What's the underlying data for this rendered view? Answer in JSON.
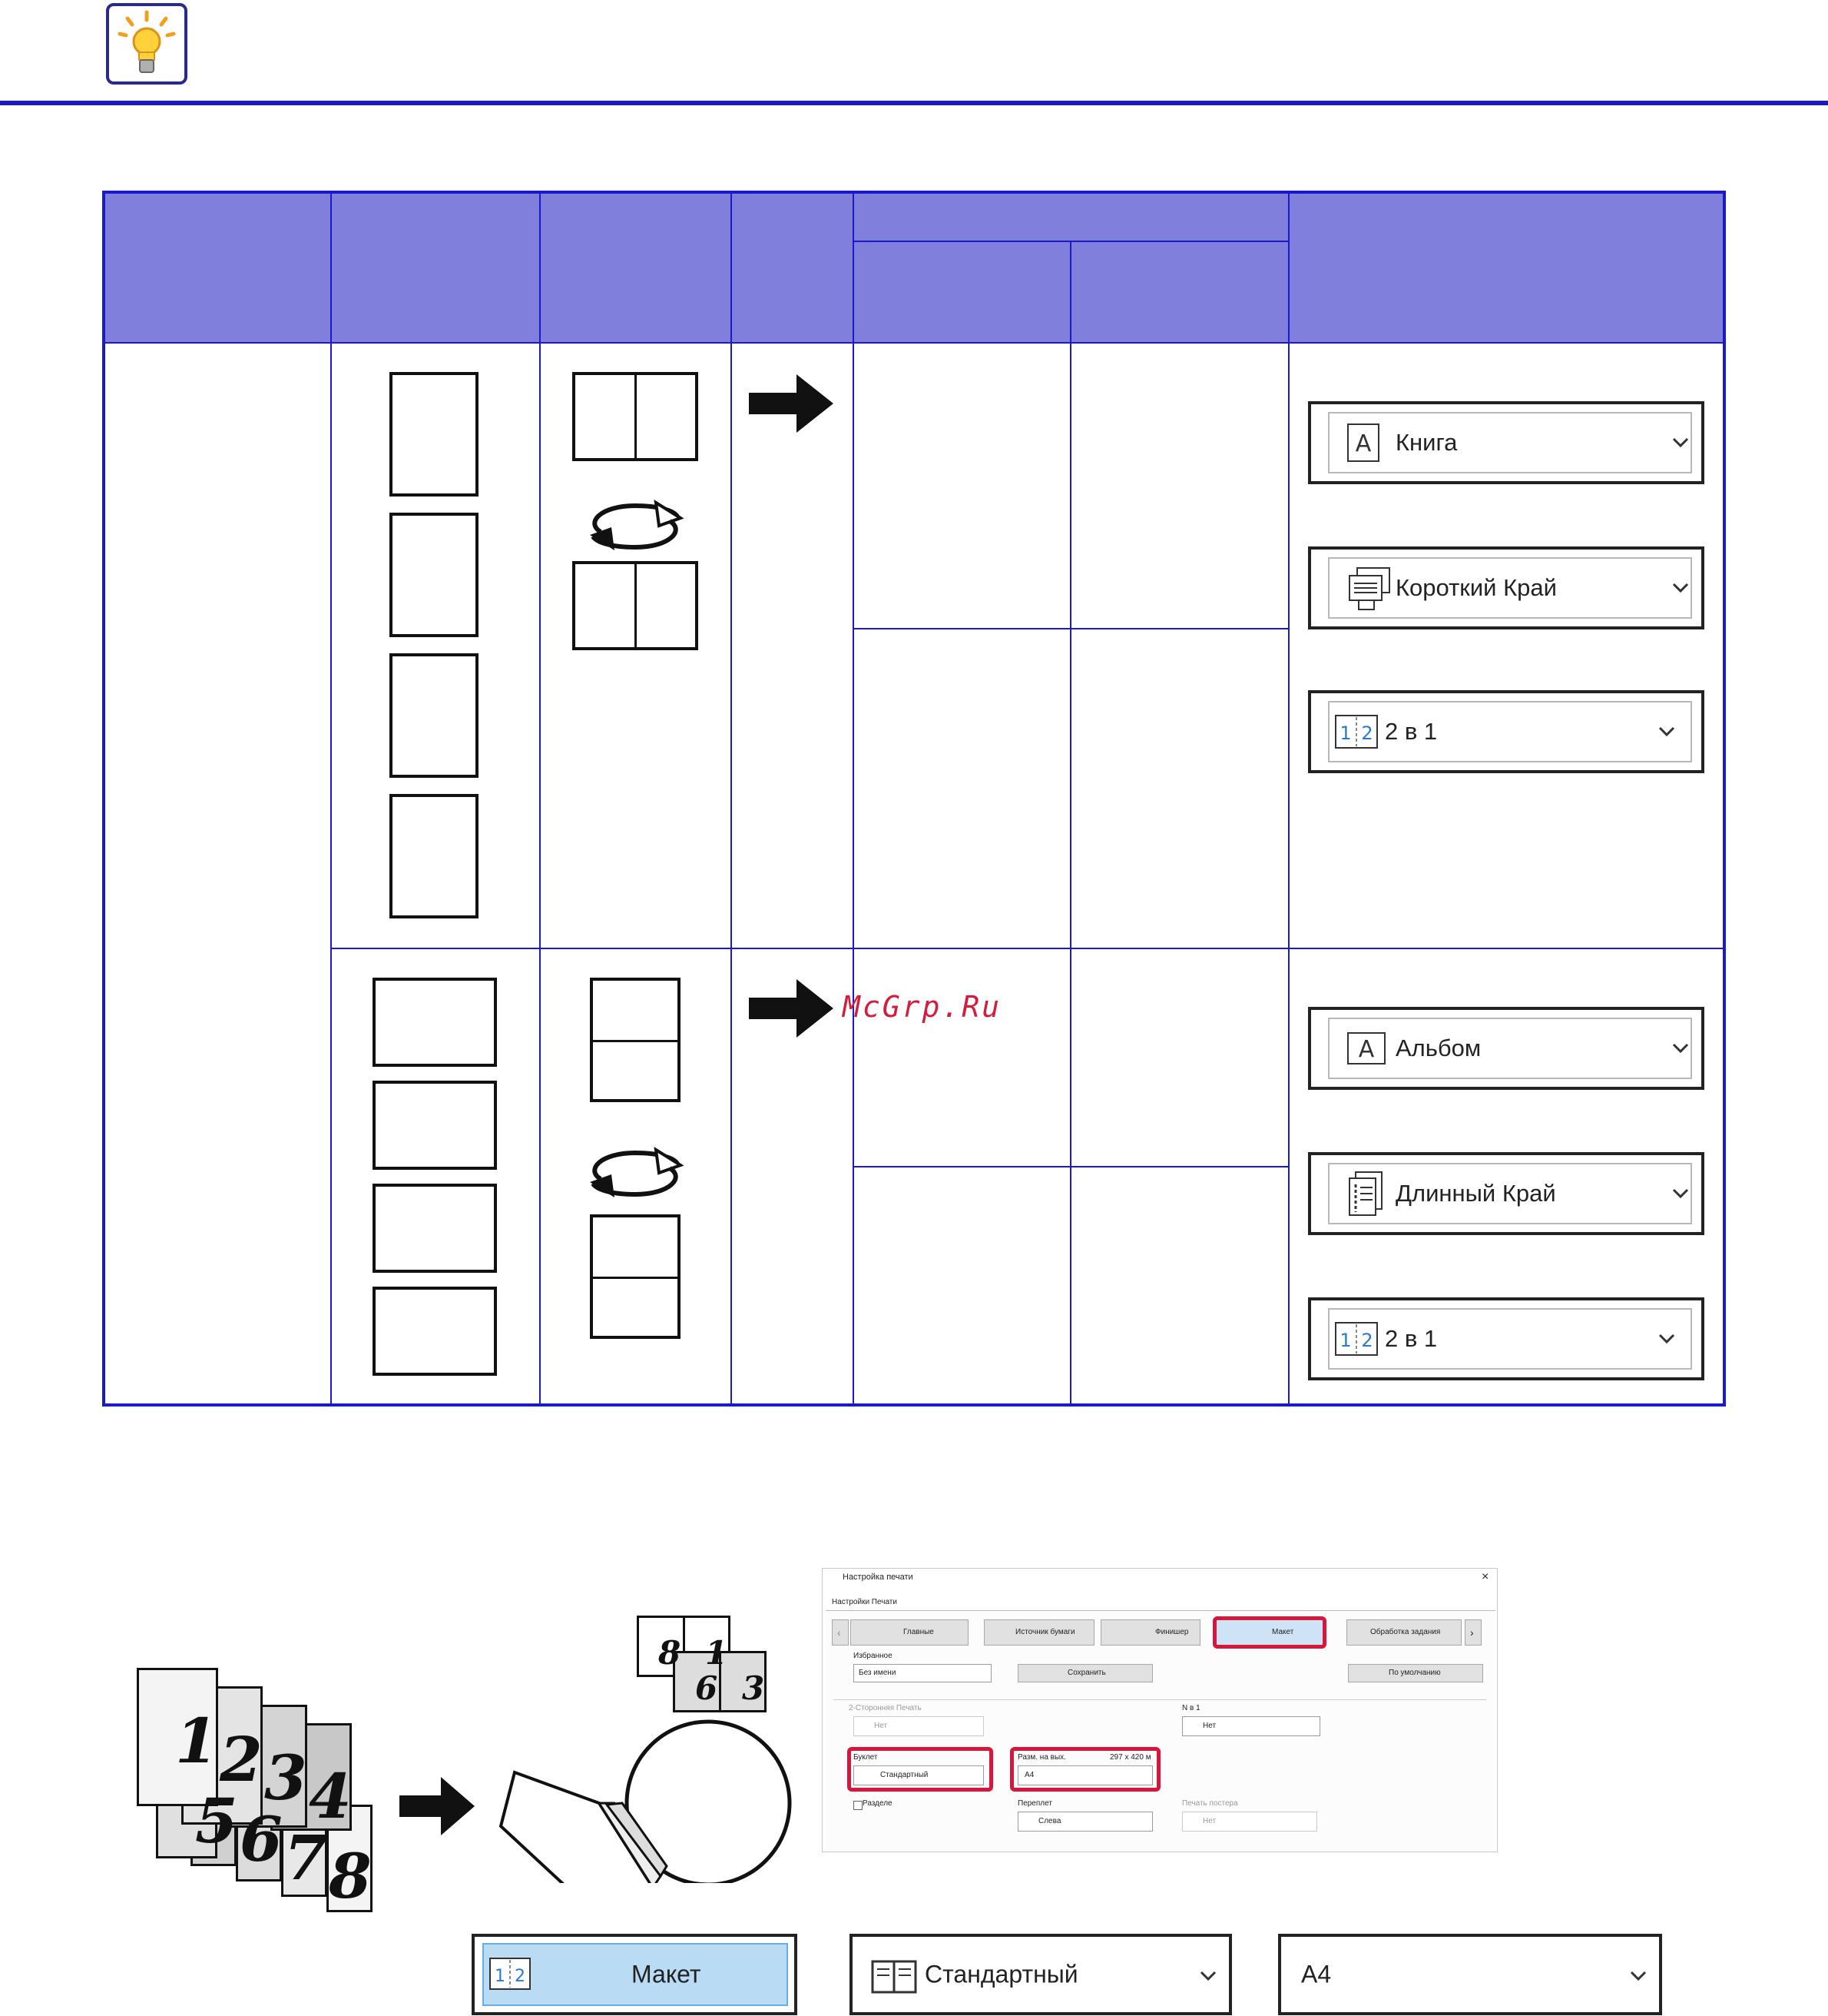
{
  "watermark": "McGrp.Ru",
  "table": {
    "row1": {
      "dropdowns": [
        {
          "label": "Книга",
          "icon": "text-orientation-icon"
        },
        {
          "label": "Короткий Край",
          "icon": "short-edge-binding-icon"
        },
        {
          "label": "2 в 1",
          "icon": "two-up-layout-icon"
        }
      ]
    },
    "row2": {
      "dropdowns": [
        {
          "label": "Альбом",
          "icon": "text-orientation-icon"
        },
        {
          "label": "Длинный Край",
          "icon": "long-edge-binding-icon"
        },
        {
          "label": "2 в 1",
          "icon": "two-up-layout-icon"
        }
      ]
    }
  },
  "booklet_pages": [
    "1",
    "2",
    "3",
    "4",
    "5",
    "6",
    "7",
    "8"
  ],
  "bubble_pages": [
    "8",
    "1",
    "6",
    "3"
  ],
  "dialog": {
    "title": "Настройка печати",
    "close": "×",
    "tab": "Настройки Печати",
    "nav_prev": "‹",
    "nav_next": "›",
    "tabs": [
      "Главные",
      "Источник бумаги",
      "Финишер",
      "Макет",
      "Обработка задания"
    ],
    "favorites_label": "Избранное",
    "favorites_value": "Без имени",
    "save_button": "Сохранить",
    "default_button": "По умолчанию",
    "duplex_label": "2-Сторонняя Печать",
    "duplex_value": "Нет",
    "nup_label": "N в 1",
    "nup_value": "Нет",
    "booklet_label": "Буклет",
    "booklet_value": "Стандартный",
    "output_size_label": "Разм. на вых.",
    "output_size_dims": "297 x 420 м",
    "output_size_value": "A4",
    "binding_label": "Переплет",
    "binding_value": "Слева",
    "poster_label": "Печать постера",
    "poster_value": "Нет",
    "checkbox_label": "Разделе"
  },
  "bottom": {
    "layout_tab": "Макет",
    "booklet_select": "Стандартный",
    "size_select": "A4"
  },
  "colors": {
    "header_bg": "#8080dc",
    "rule": "#1a1acc",
    "highlight": "#d8163c"
  }
}
